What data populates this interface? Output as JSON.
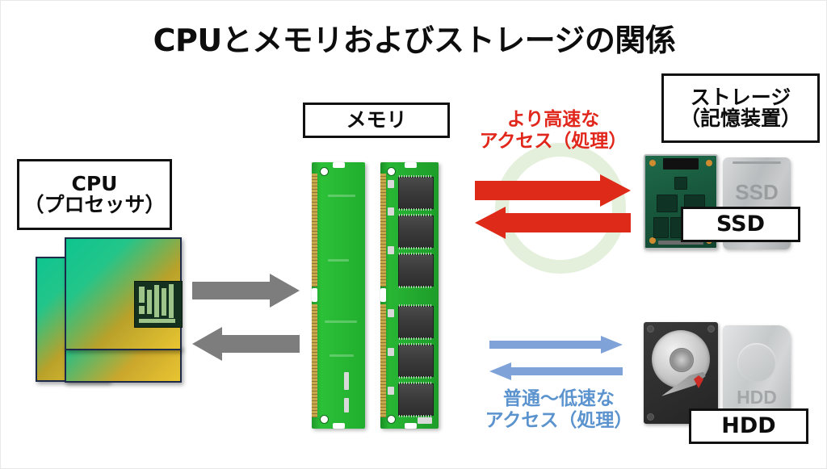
{
  "title": "CPUとメモリおよびストレージの関係",
  "labels": {
    "cpu": {
      "line1": "CPU",
      "line2": "（プロセッサ）"
    },
    "memory": {
      "line1": "メモリ"
    },
    "storage": {
      "line1": "ストレージ",
      "line2": "（記憶装置）"
    },
    "ssd": {
      "line1": "SSD"
    },
    "hdd": {
      "line1": "HDD"
    }
  },
  "annotations": {
    "fast_access": {
      "line1": "より高速な",
      "line2": "アクセス（処理）"
    },
    "slow_access": {
      "line1": "普通〜低速な",
      "line2": "アクセス（処理）"
    }
  },
  "device_case_text": {
    "ssd": "SSD",
    "hdd": "HDD"
  },
  "colors": {
    "fast_access_text": "#e1271c",
    "slow_access_text": "#5b93cf",
    "gray_arrow": "#7d7d7d",
    "red_arrow": "#de2a18",
    "blue_arrow": "#7fa3d8",
    "ring_watermark": "#e4efdc",
    "title_text": "#0d0d0d",
    "background": "#ffffff"
  },
  "arrows": {
    "cpu_to_memory": "gray-arrow-right",
    "memory_to_cpu": "gray-arrow-left",
    "memory_to_ssd": "red-arrow-right",
    "ssd_to_memory": "red-arrow-left",
    "memory_to_hdd": "blue-arrow-right",
    "hdd_to_memory": "blue-arrow-left"
  }
}
